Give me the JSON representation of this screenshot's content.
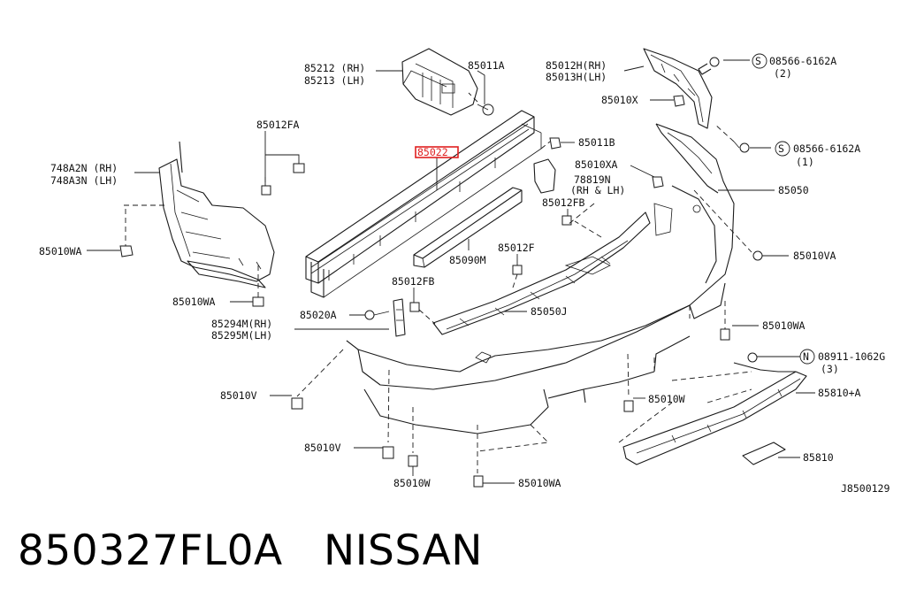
{
  "diagram_code": "J8500129",
  "caption": {
    "part_number": "850327FL0A",
    "brand": "NISSAN"
  },
  "colors": {
    "ink": "#1a1a1a",
    "highlight": "#e02020"
  },
  "highlighted_part": "85022",
  "labels": {
    "p85212": "85212 (RH)",
    "p85213": "85213 (LH)",
    "p85011A": "85011A",
    "p85012H": "85012H(RH)",
    "p85013H": "85013H(LH)",
    "s08566a": "08566-6162A",
    "s08566a_qty": "(2)",
    "p85010X": "85010X",
    "p85012FA": "85012FA",
    "p85022": "85022",
    "p85011B": "85011B",
    "s08566b": "08566-6162A",
    "s08566b_qty": "(1)",
    "p748A2N": "748A2N (RH)",
    "p748A3N": "748A3N (LH)",
    "p85010XA": "85010XA",
    "p78819N": "78819N",
    "p78819N_side": "(RH & LH)",
    "p85050": "85050",
    "p85012FB_top": "85012FB",
    "p85010WA_left": "85010WA",
    "p85012F": "85012F",
    "p85010VA": "85010VA",
    "p85090M": "85090M",
    "p85012FB_mid": "85012FB",
    "p85010WA_mid": "85010WA",
    "p85020A": "85020A",
    "p85050J": "85050J",
    "p85294M": "85294M(RH)",
    "p85295M": "85295M(LH)",
    "p85010WA_right": "85010WA",
    "n08911": "08911-1062G",
    "n08911_qty": "(3)",
    "p85010V_up": "85010V",
    "p85810A": "85810+A",
    "p85010W_right": "85010W",
    "p85010V_low": "85010V",
    "p85810": "85810",
    "p85010W_low": "85010W",
    "p85010WA_low": "85010WA",
    "circ_S": "S",
    "circ_N": "N"
  }
}
